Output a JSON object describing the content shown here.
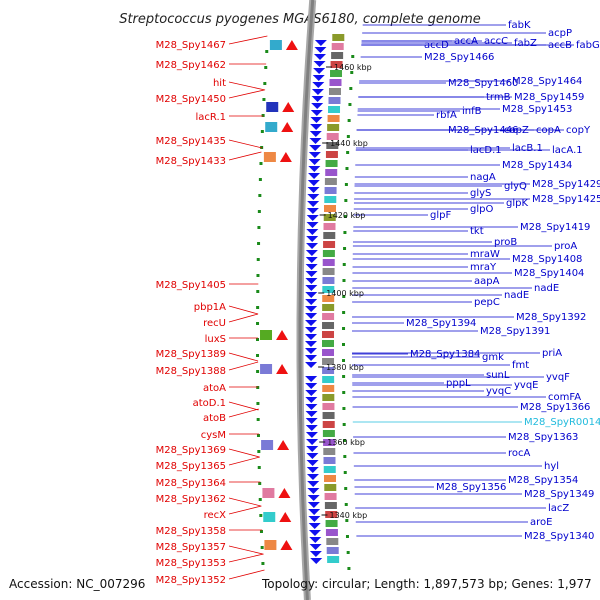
{
  "title": "Streptococcus pyogenes MGAS6180, complete genome",
  "footer": {
    "accession": "Accession: NC_007296",
    "topology": "Topology: circular; Length: 1,897,573 bp; Genes: 1,977"
  },
  "colors": {
    "left_labels": "#e00000",
    "right_labels": "#0000cc",
    "highlight_label": "#22bbdd",
    "backbone": "#808080",
    "marker": "#1a8a1a"
  },
  "position_ticks": [
    "1460 kbp",
    "1440 kbp",
    "1420 kbp",
    "1400 kbp",
    "1380 kbp",
    "1360 kbp",
    "1340 kbp"
  ],
  "left_labels": [
    "M28_Spy1467",
    "M28_Spy1462",
    "hit",
    "M28_Spy1450",
    "lacR.1",
    "M28_Spy1435",
    "M28_Spy1433",
    "M28_Spy1405",
    "pbp1A",
    "recU",
    "luxS",
    "M28_Spy1389",
    "M28_Spy1388",
    "atoA",
    "atoD.1",
    "atoB",
    "cysM",
    "M28_Spy1369",
    "M28_Spy1365",
    "M28_Spy1364",
    "M28_Spy1362",
    "recX",
    "M28_Spy1358",
    "M28_Spy1357",
    "M28_Spy1353",
    "M28_Spy1352"
  ],
  "right_labels": [
    "fabK",
    "acpP",
    "accD",
    "accA",
    "accC",
    "fabZ",
    "accB",
    "fabG",
    "M28_Spy1466",
    "M28_Spy1460",
    "M28_Spy1464",
    "trmB",
    "M28_Spy1459",
    "infB",
    "M28_Spy1453",
    "rbfA",
    "M28_Spy1446",
    "copZ",
    "copA",
    "copY",
    "lacD.1",
    "lacB.1",
    "lacA.1",
    "M28_Spy1434",
    "nagA",
    "glyQ",
    "M28_Spy1429",
    "glyS",
    "glpK",
    "M28_Spy1425",
    "glpO",
    "glpF",
    "tkt",
    "M28_Spy1419",
    "proB",
    "proA",
    "mraW",
    "M28_Spy1408",
    "mraY",
    "M28_Spy1404",
    "aapA",
    "nadE",
    "nadE",
    "pepC",
    "M28_Spy1392",
    "M28_Spy1394",
    "M28_Spy1391",
    "M28_Spy1384",
    "gmk",
    "priA",
    "fmt",
    "sunL",
    "yvqF",
    "pppL",
    "yvqE",
    "yvqC",
    "comFA",
    "M28_Spy1366",
    "M28_SpyR0014",
    "M28_Spy1363",
    "rocA",
    "hyl",
    "M28_Spy1354",
    "M28_Spy1356",
    "M28_Spy1349",
    "lacZ",
    "aroE",
    "M28_Spy1340"
  ]
}
